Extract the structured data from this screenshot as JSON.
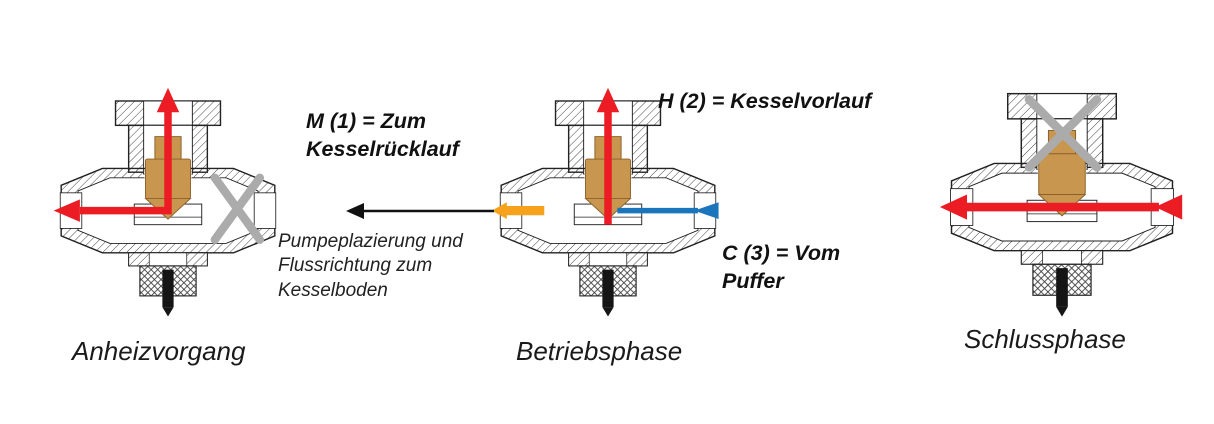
{
  "diagram": {
    "background": "#ffffff",
    "colors": {
      "hot_flow": "#ec1c24",
      "buffer_flow": "#1b75bc",
      "mixed_flow": "#f6a21d",
      "closed_x": "#ababab",
      "thermostat_brass": "#c9964f",
      "outline": "#222222"
    },
    "labels": {
      "m": {
        "line1": "M (1) = Zum",
        "line2": "Kesselrücklauf"
      },
      "h": "H (2) = Kesselvorlauf",
      "c": {
        "line1": "C (3) = Vom",
        "line2": "Puffer"
      },
      "pump_note": {
        "line1": "Pumpeplazierung und",
        "line2": "Flussrichtung zum",
        "line3": "Kesselboden"
      }
    },
    "phases": [
      {
        "caption": "Anheizvorgang",
        "closed_port": "right (C)"
      },
      {
        "caption": "Betriebsphase",
        "closed_port": "none"
      },
      {
        "caption": "Schlussphase",
        "closed_port": "top (H)"
      }
    ]
  }
}
